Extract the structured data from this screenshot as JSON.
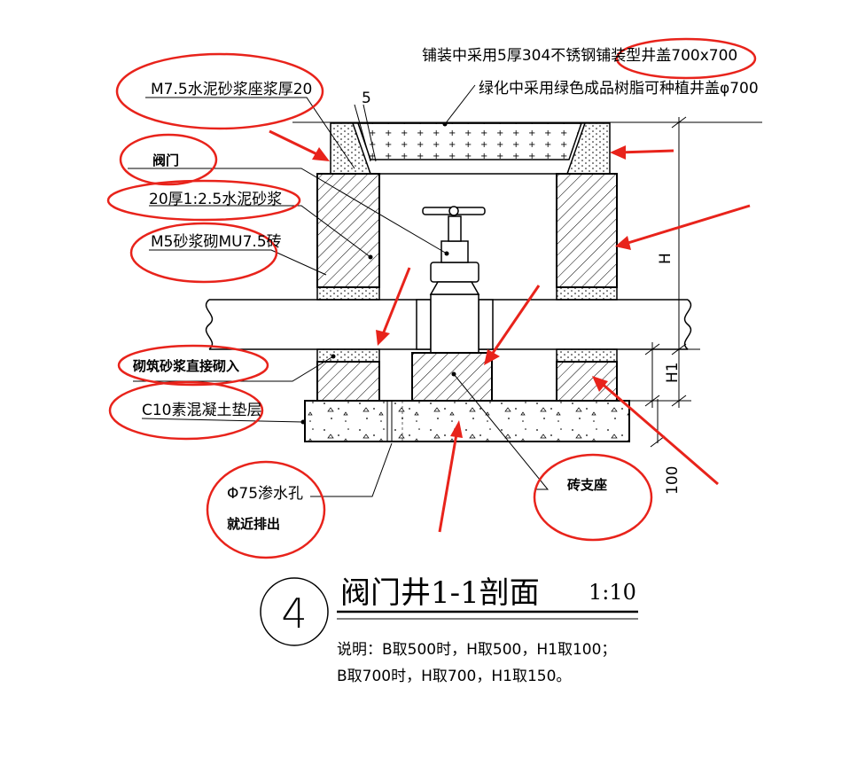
{
  "labels": {
    "cover_line1": "铺装中采用5厚304不锈钢铺装型井盖700x700",
    "cover_line2": "绿化中采用绿色成品树脂可种植井盖φ700",
    "mortar_bed": "M7.5水泥砂浆座浆厚20",
    "dim_5": "5",
    "valve": "阀门",
    "plaster": "20厚1:2.5水泥砂浆",
    "brick": "M5砂浆砌MU7.5砖",
    "masonry_mortar": "砌筑砂浆直接砌入",
    "concrete_base": "C10素混凝土垫层",
    "drain_hole_line1": "Φ75渗水孔",
    "drain_hole_line2": "就近排出",
    "brick_support": "砖支座"
  },
  "dimensions": {
    "H": "H",
    "H1": "H1",
    "base_thickness": "100"
  },
  "title": {
    "number": "4",
    "text": "阀门井1-1剖面",
    "scale": "1:10"
  },
  "notes": {
    "line1": "说明：B取500时，H取500，H1取100；",
    "line2": "B取700时，H取700，H1取150。"
  },
  "colors": {
    "annotation": "#e8231b",
    "line": "#000000",
    "hatch": "#000000"
  }
}
